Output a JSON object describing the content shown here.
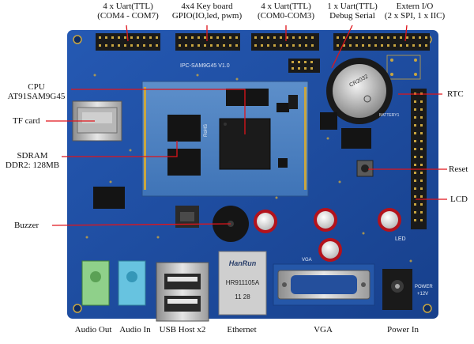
{
  "board": {
    "silkscreen": "IPC-SAM9G45  V1.0",
    "som_marking": "RoHS",
    "rtc_battery": "CR2032",
    "ethernet_brand": "HanRun",
    "ethernet_part": "HR911105A",
    "ethernet_date": "11 28",
    "power_marking": "POWER\n+12V",
    "led_marking": "LED",
    "vga_marking": "VGA",
    "battery_marking": "BATTERY1"
  },
  "callouts": {
    "uart_ttl_a": [
      "4 x Uart(TTL)",
      "(COM4 - COM7)"
    ],
    "keyboard": [
      "4x4 Key board",
      "GPIO(IO,led, pwm)"
    ],
    "uart_ttl_b": [
      "4 x Uart(TTL)",
      "(COM0-COM3)"
    ],
    "debug_serial": [
      "1 x Uart(TTL)",
      "Debug Serial"
    ],
    "extern_io": [
      "Extern I/O",
      "(2 x SPI, 1 x IIC)"
    ],
    "cpu": [
      "CPU",
      "AT91SAM9G45"
    ],
    "tf_card": "TF card",
    "sdram": [
      "SDRAM",
      "DDR2: 128MB"
    ],
    "buzzer": "Buzzer",
    "rtc": "RTC",
    "reset": "Reset",
    "lcd": "LCD",
    "audio_out": "Audio Out",
    "audio_in": "Audio In",
    "usb_host": "USB Host x2",
    "ethernet": "Ethernet",
    "vga": "VGA",
    "power_in": "Power In"
  },
  "colors": {
    "pcb": "#1f4fa3",
    "pcb_dark": "#163c82",
    "callout_line": "#e0141b",
    "header": "#1a1a1a",
    "gold": "#c9a640"
  }
}
